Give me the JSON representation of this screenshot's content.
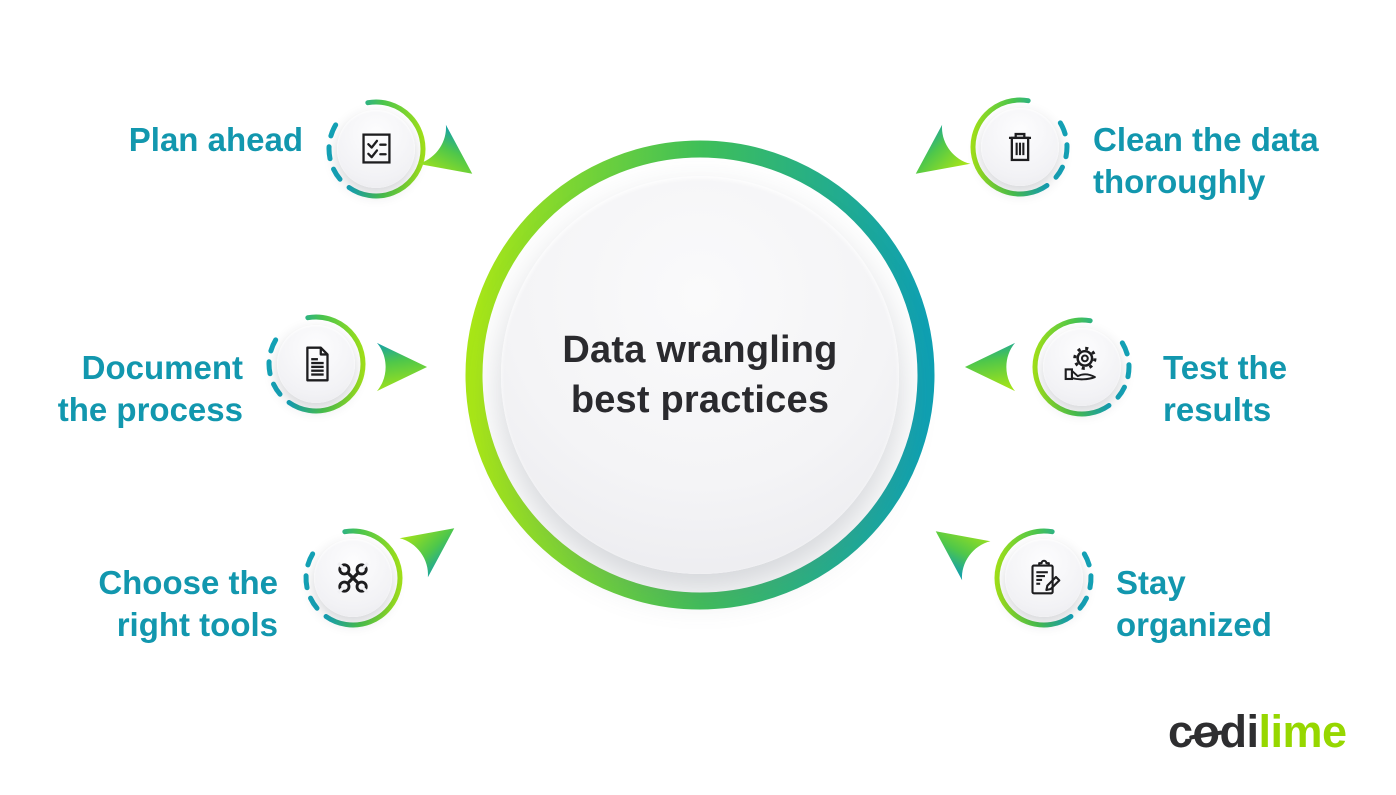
{
  "center": {
    "title_line1": "Data wrangling",
    "title_line2": "best practices"
  },
  "items": [
    {
      "id": "plan-ahead",
      "line1": "Plan ahead",
      "line2": "",
      "icon": "checklist-icon",
      "side": "left"
    },
    {
      "id": "document-the-process",
      "line1": "Document",
      "line2": "the process",
      "icon": "document-icon",
      "side": "left"
    },
    {
      "id": "choose-the-right-tools",
      "line1": "Choose the",
      "line2": "right tools",
      "icon": "wrenches-icon",
      "side": "left"
    },
    {
      "id": "clean-the-data-thoroughly",
      "line1": "Clean the data",
      "line2": "thoroughly",
      "icon": "trash-icon",
      "side": "right"
    },
    {
      "id": "test-the-results",
      "line1": "Test the",
      "line2": "results",
      "icon": "gear-hand-icon",
      "side": "right"
    },
    {
      "id": "stay-organized",
      "line1": "Stay",
      "line2": "organized",
      "icon": "clipboard-pencil-icon",
      "side": "right"
    }
  ],
  "logo": {
    "part_c": "c",
    "part_slashed_o": "o",
    "part_di": "di",
    "part_lime": "lime"
  },
  "colors": {
    "label_teal": "#1297ae",
    "ring_lime": "#a8e617",
    "ring_green": "#3fbf58",
    "ring_teal": "#0fa0b2",
    "dashed_arc_teal": "#14a2b6",
    "icon_ink": "#1d1d1f",
    "title_ink": "#2a2a2e",
    "logo_dark": "#2e2e30",
    "logo_lime": "#96d700",
    "background": "#ffffff"
  }
}
